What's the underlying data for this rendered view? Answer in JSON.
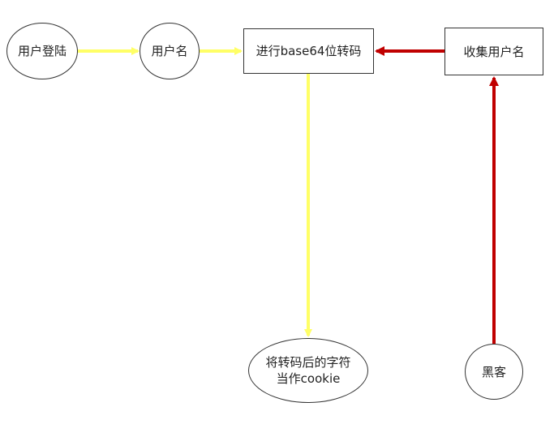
{
  "diagram": {
    "nodes": {
      "user_login": {
        "label": "用户登陆"
      },
      "username": {
        "label": "用户名"
      },
      "base64_encode": {
        "label": "进行base64位转码"
      },
      "collect_usernames": {
        "label": "收集用户名"
      },
      "cookie": {
        "line1": "将转码后的字符",
        "line2": "当作cookie"
      },
      "hacker": {
        "label": "黑客"
      }
    },
    "edges": [
      {
        "from": "user_login",
        "to": "username",
        "color": "#FFFF66"
      },
      {
        "from": "username",
        "to": "base64_encode",
        "color": "#FFFF66"
      },
      {
        "from": "base64_encode",
        "to": "cookie",
        "color": "#FFFF66"
      },
      {
        "from": "collect_usernames",
        "to": "base64_encode",
        "color": "#C00000"
      },
      {
        "from": "hacker",
        "to": "collect_usernames",
        "color": "#C00000"
      }
    ]
  }
}
